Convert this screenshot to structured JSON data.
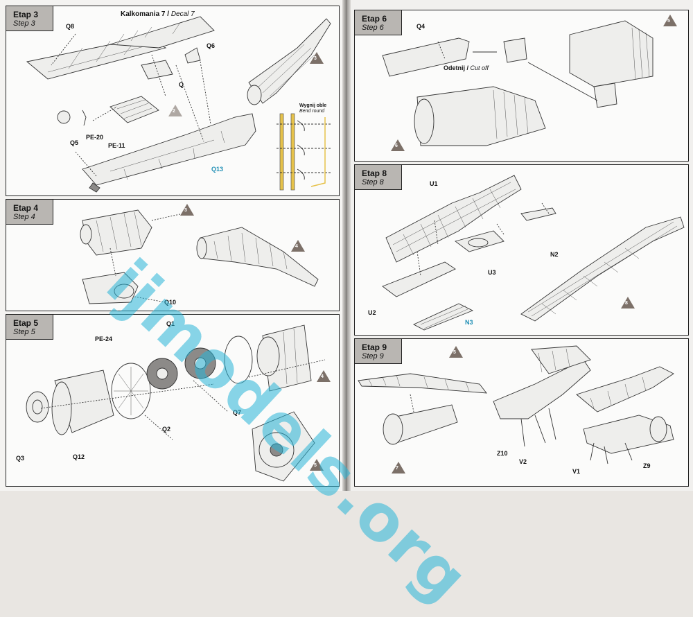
{
  "watermark": "ijmodels.org",
  "steps": {
    "s3": {
      "title_pl": "Etap 3",
      "title_en": "Step 3",
      "decal_pl": "Kalkomania 7",
      "decal_en": "Decal 7",
      "bend_pl": "Wygnij oble",
      "bend_en": "Bend round",
      "labels": [
        "Q8",
        "Q6",
        "Q",
        "Q5",
        "PE-20",
        "PE-11",
        "Q13"
      ],
      "markers": [
        "3",
        "2"
      ]
    },
    "s4": {
      "title_pl": "Etap 4",
      "title_en": "Step 4",
      "labels": [
        "Q10"
      ],
      "markers": [
        "3",
        "4"
      ]
    },
    "s5": {
      "title_pl": "Etap 5",
      "title_en": "Step 5",
      "labels": [
        "Q1",
        "PE-24",
        "Q7",
        "Q2",
        "Q3",
        "Q12"
      ],
      "markers": [
        "4",
        "5"
      ]
    },
    "s6": {
      "title_pl": "Etap 6",
      "title_en": "Step 6",
      "cut_pl": "Odetnij",
      "cut_en": "Cut off",
      "labels": [
        "Q4"
      ],
      "markers": [
        "5",
        "6"
      ]
    },
    "s8": {
      "title_pl": "Etap 8",
      "title_en": "Step 8",
      "labels": [
        "U1",
        "N2",
        "U3",
        "U2",
        "N3"
      ],
      "markers": [
        "8"
      ]
    },
    "s9": {
      "title_pl": "Etap 9",
      "title_en": "Step 9",
      "labels": [
        "Z10",
        "V2",
        "V1",
        "Z9"
      ],
      "markers": [
        "5",
        "7"
      ]
    }
  }
}
